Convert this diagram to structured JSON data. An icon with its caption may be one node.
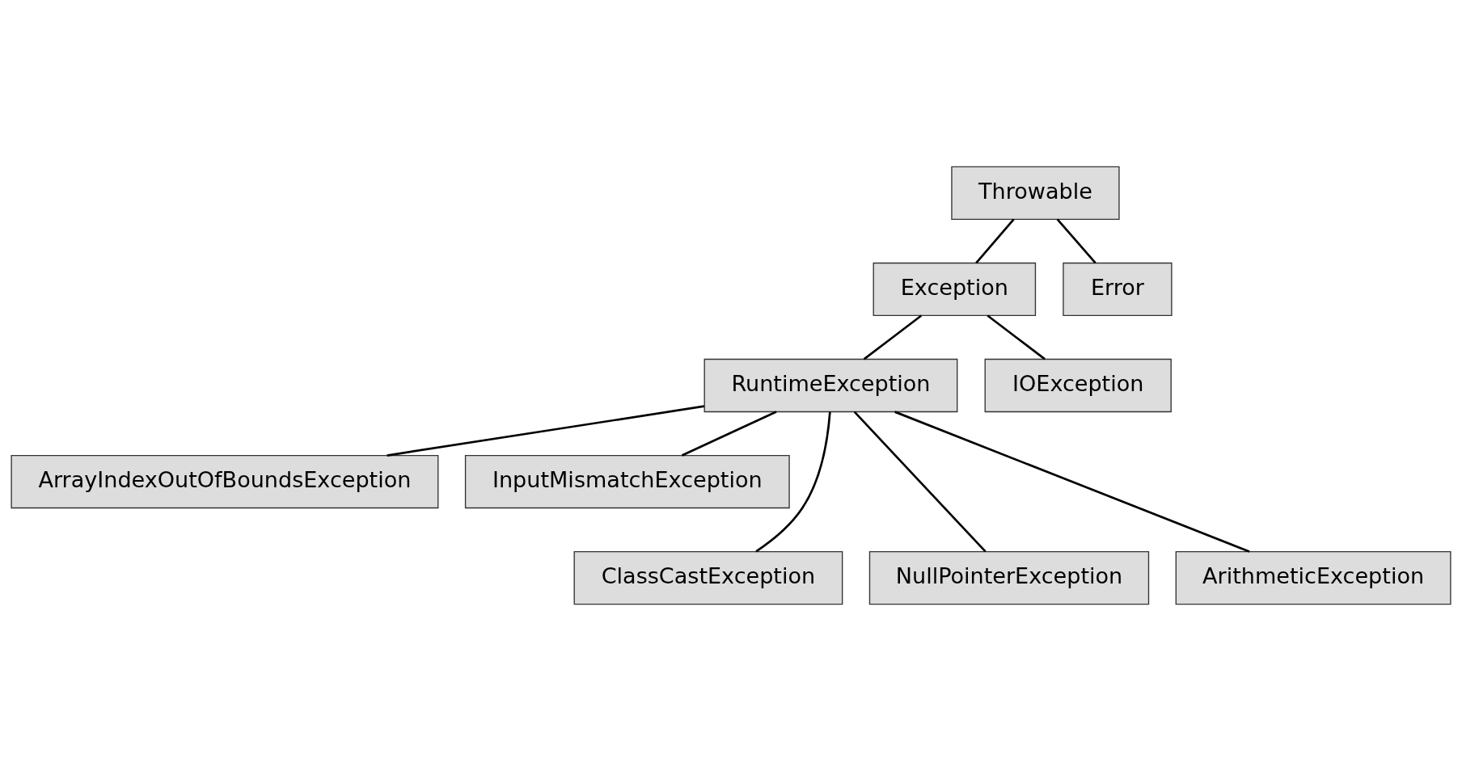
{
  "diagram": {
    "nodes": [
      {
        "text": [
          "Throwable"
        ]
      },
      {
        "text": [
          "Exception"
        ]
      },
      {
        "text": [
          "Error"
        ]
      },
      {
        "text": [
          "RuntimeException"
        ]
      },
      {
        "text": [
          "IOException"
        ]
      },
      {
        "text": [
          "ArrayIndexOutOfBoundsException"
        ]
      },
      {
        "text": [
          "InputMismatchException"
        ]
      },
      {
        "text": [
          "ClassCastException"
        ]
      },
      {
        "text": [
          "NullPointerException"
        ]
      },
      {
        "text": [
          "ArithmeticException"
        ]
      }
    ],
    "edges": [
      {
        "from": 0,
        "to": 1,
        "arrow": "none"
      },
      {
        "from": 0,
        "to": 2,
        "arrow": "none"
      },
      {
        "from": 1,
        "to": 3,
        "arrow": "none"
      },
      {
        "from": 1,
        "to": 4,
        "arrow": "none"
      },
      {
        "from": 3,
        "to": 7,
        "arrow": "none"
      },
      {
        "from": 3,
        "to": 5,
        "arrow": "none"
      },
      {
        "from": 3,
        "to": 8,
        "arrow": "none"
      },
      {
        "from": 3,
        "to": 6,
        "arrow": "none"
      },
      {
        "from": 3,
        "to": 9,
        "arrow": "none"
      }
    ]
  }
}
